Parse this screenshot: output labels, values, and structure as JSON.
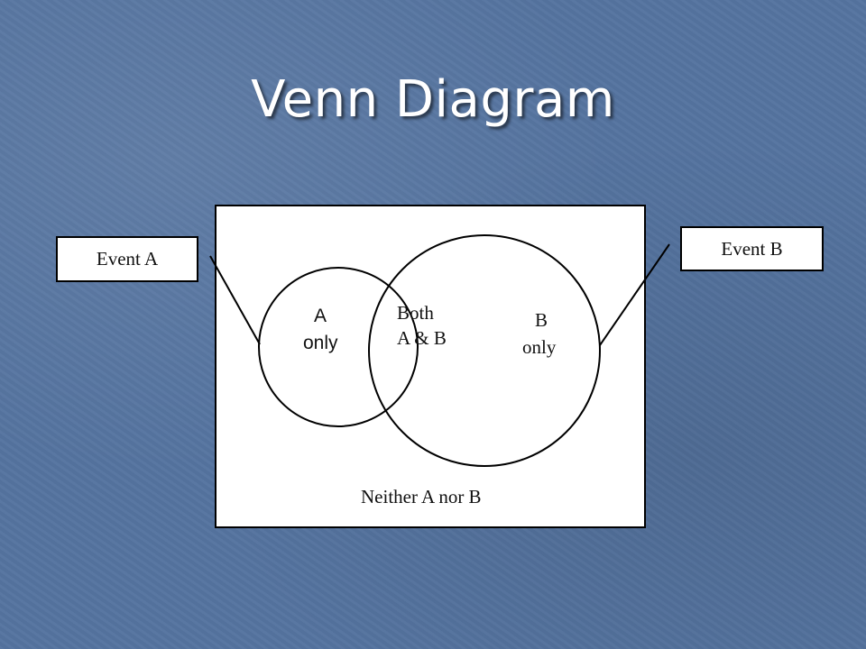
{
  "slide": {
    "title": "Venn Diagram"
  },
  "callouts": {
    "event_a": "Event A",
    "event_b": "Event B"
  },
  "regions": {
    "a_only_line1": "A",
    "a_only_line2": "only",
    "both_line1": "Both",
    "both_line2": "A & B",
    "b_only_line1": "B",
    "b_only_line2": "only",
    "neither": "Neither A nor B"
  },
  "colors": {
    "background": "#5574a0",
    "title": "#ffffff",
    "lines": "#000000",
    "box": "#ffffff"
  }
}
